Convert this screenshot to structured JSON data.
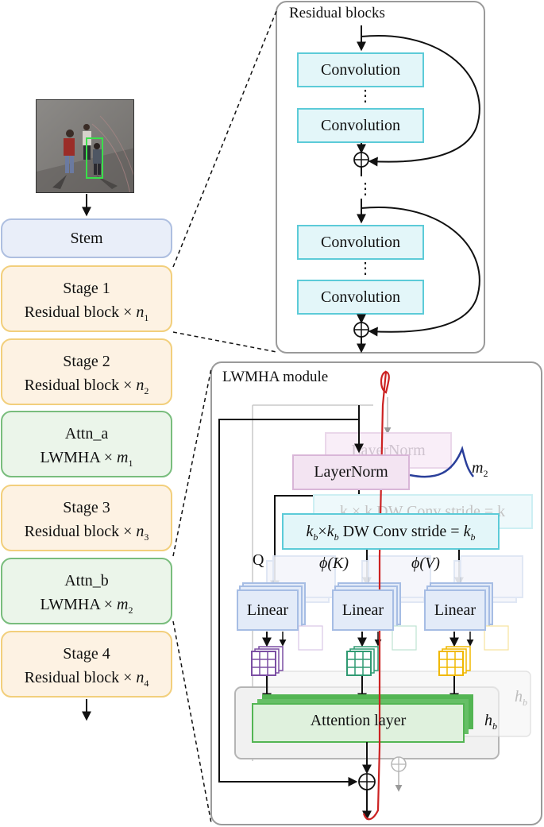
{
  "left_column": {
    "stem": "Stem",
    "stages": [
      {
        "title": "Stage 1",
        "desc": "Residual block × ",
        "var": "n",
        "sub": "1"
      },
      {
        "title": "Stage 2",
        "desc": "Residual block × ",
        "var": "n",
        "sub": "2"
      },
      {
        "title": "Attn_a",
        "desc": "LWMHA × ",
        "var": "m",
        "sub": "1"
      },
      {
        "title": "Stage 3",
        "desc": "Residual block × ",
        "var": "n",
        "sub": "3"
      },
      {
        "title": "Attn_b",
        "desc": "LWMHA × ",
        "var": "m",
        "sub": "2"
      },
      {
        "title": "Stage 4",
        "desc": "Residual block × ",
        "var": "n",
        "sub": "4"
      }
    ]
  },
  "residual_panel": {
    "title": "Residual blocks",
    "conv_label": "Convolution",
    "ellipsis": "⋮"
  },
  "lwmha_panel": {
    "title": "LWMHA module",
    "layernorm": "LayerNorm",
    "m_var": "m",
    "m_sub": "2",
    "dwconv_k": "k",
    "dwconv_sub": "b",
    "dwconv_text": " DW Conv stride = ",
    "times": "×",
    "q_label": "Q",
    "k_label": "ϕ(K)",
    "v_label": "ϕ(V)",
    "linear": "Linear",
    "attention": "Attention layer",
    "h_var": "h",
    "h_sub": "b"
  },
  "colors": {
    "stage_fill": "#fdf2e3",
    "stage_border": "#f2cf7c",
    "attn_fill": "#ebf5ea",
    "attn_border": "#79bd7d",
    "stem_fill": "#e9eef9",
    "conv_fill": "#e3f6f9",
    "conv_border": "#5ccbd8",
    "layernorm_fill": "#f3e4f2",
    "attention_fill": "#dff1dd",
    "q_grid": "#7b4ea3",
    "k_grid": "#2f9a72",
    "v_grid": "#f0b800",
    "red_path": "#cc2222",
    "blue_curve": "#2a3f9a"
  }
}
